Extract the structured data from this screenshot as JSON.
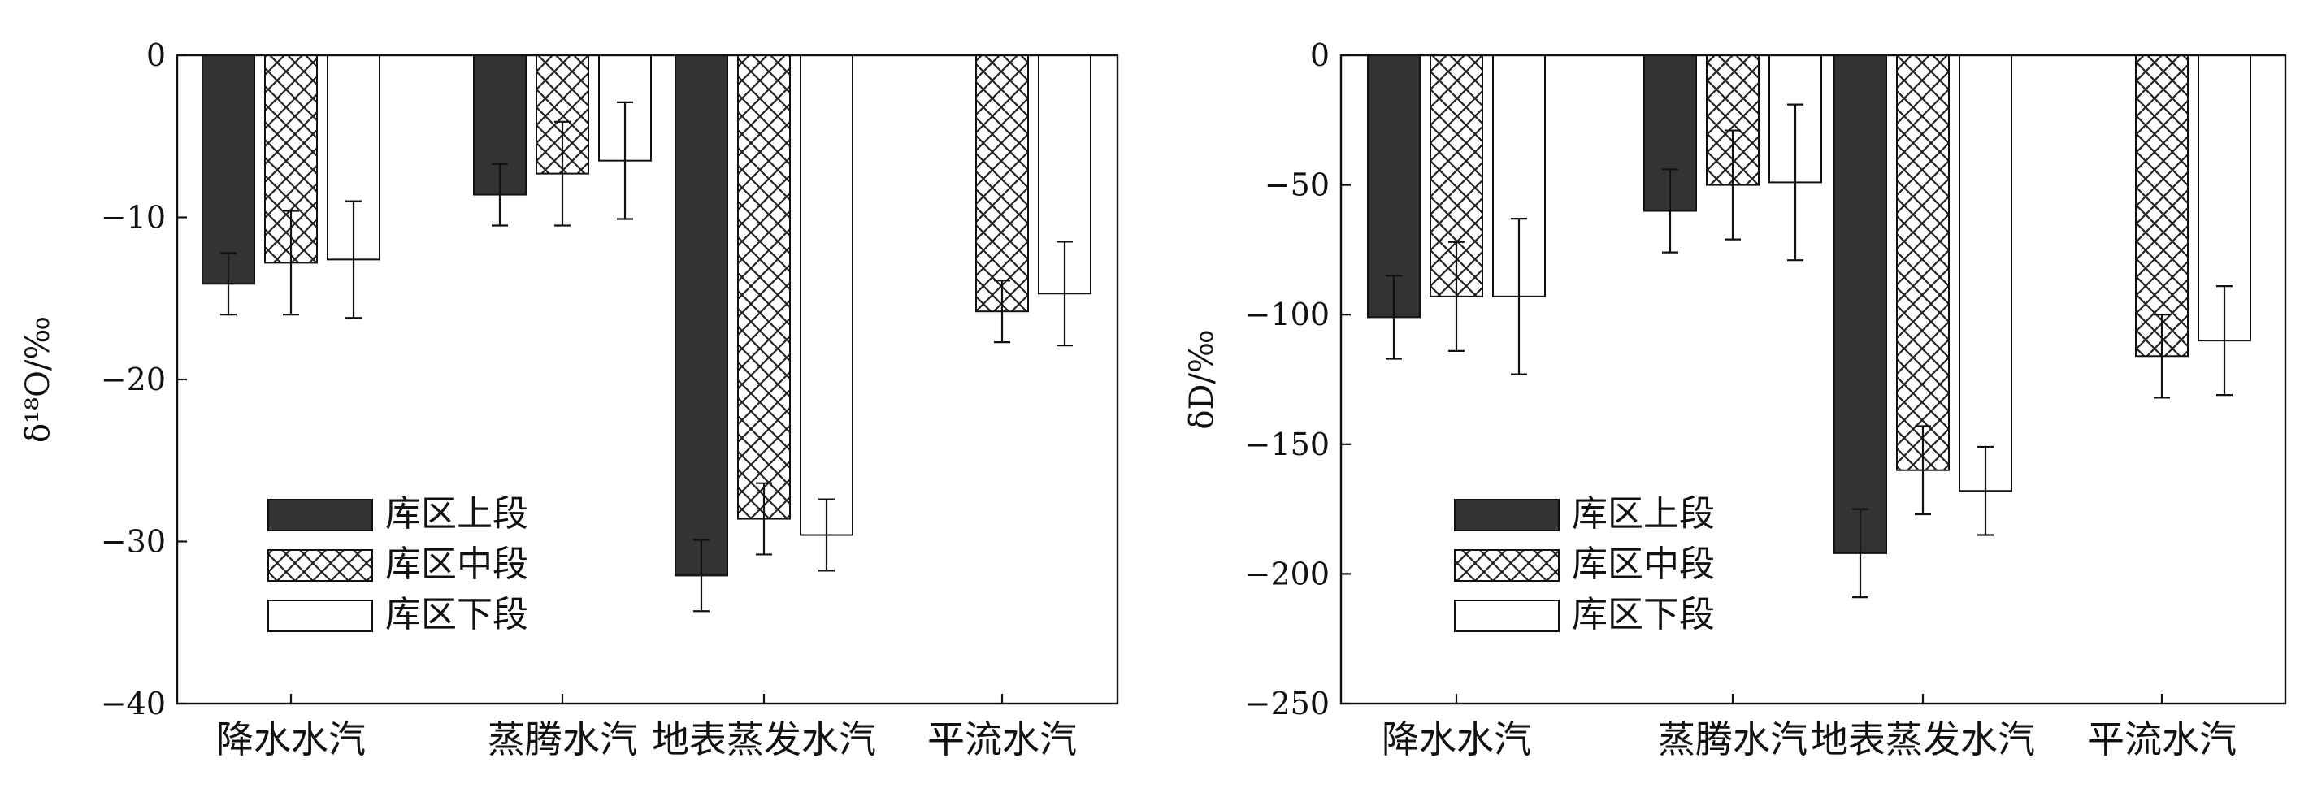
{
  "chart_data": [
    {
      "type": "bar",
      "title": "",
      "xlabel": "",
      "ylabel": "δ¹⁸O/‰",
      "ylim": [
        -40,
        0
      ],
      "yticks": [
        0,
        -10,
        -20,
        -30,
        -40
      ],
      "ytick_labels": [
        "0",
        "−10",
        "−20",
        "−30",
        "−40"
      ],
      "categories": [
        "降水水汽",
        "蒸腾水汽",
        "地表蒸发水汽",
        "平流水汽"
      ],
      "legend_position": "lower-left",
      "grid": false,
      "series": [
        {
          "name": "库区上段",
          "style": "dark",
          "values": [
            -14.1,
            -8.6,
            -32.1,
            null
          ],
          "errors": [
            1.9,
            1.9,
            2.2,
            null
          ]
        },
        {
          "name": "库区中段",
          "style": "crosshatch",
          "values": [
            -12.8,
            -7.3,
            -28.6,
            -15.8
          ],
          "errors": [
            3.2,
            3.2,
            2.2,
            1.9
          ]
        },
        {
          "name": "库区下段",
          "style": "white",
          "values": [
            -12.6,
            -6.5,
            -29.6,
            -14.7
          ],
          "errors": [
            3.6,
            3.6,
            2.2,
            3.2
          ]
        }
      ]
    },
    {
      "type": "bar",
      "title": "",
      "xlabel": "",
      "ylabel": "δD/‰",
      "ylim": [
        -250,
        0
      ],
      "yticks": [
        0,
        -50,
        -100,
        -150,
        -200,
        -250
      ],
      "ytick_labels": [
        "0",
        "−50",
        "−100",
        "−150",
        "−200",
        "−250"
      ],
      "categories": [
        "降水水汽",
        "蒸腾水汽",
        "地表蒸发水汽",
        "平流水汽"
      ],
      "legend_position": "lower-left",
      "grid": false,
      "series": [
        {
          "name": "库区上段",
          "style": "dark",
          "values": [
            -101,
            -60,
            -192,
            null
          ],
          "errors": [
            16,
            16,
            17,
            null
          ]
        },
        {
          "name": "库区中段",
          "style": "crosshatch",
          "values": [
            -93,
            -50,
            -160,
            -116
          ],
          "errors": [
            21,
            21,
            17,
            16
          ]
        },
        {
          "name": "库区下段",
          "style": "white",
          "values": [
            -93,
            -49,
            -168,
            -110
          ],
          "errors": [
            30,
            30,
            17,
            21
          ]
        }
      ]
    }
  ],
  "colors": {
    "dark": "#333333",
    "axis": "#111111",
    "hatch": "#222222"
  }
}
